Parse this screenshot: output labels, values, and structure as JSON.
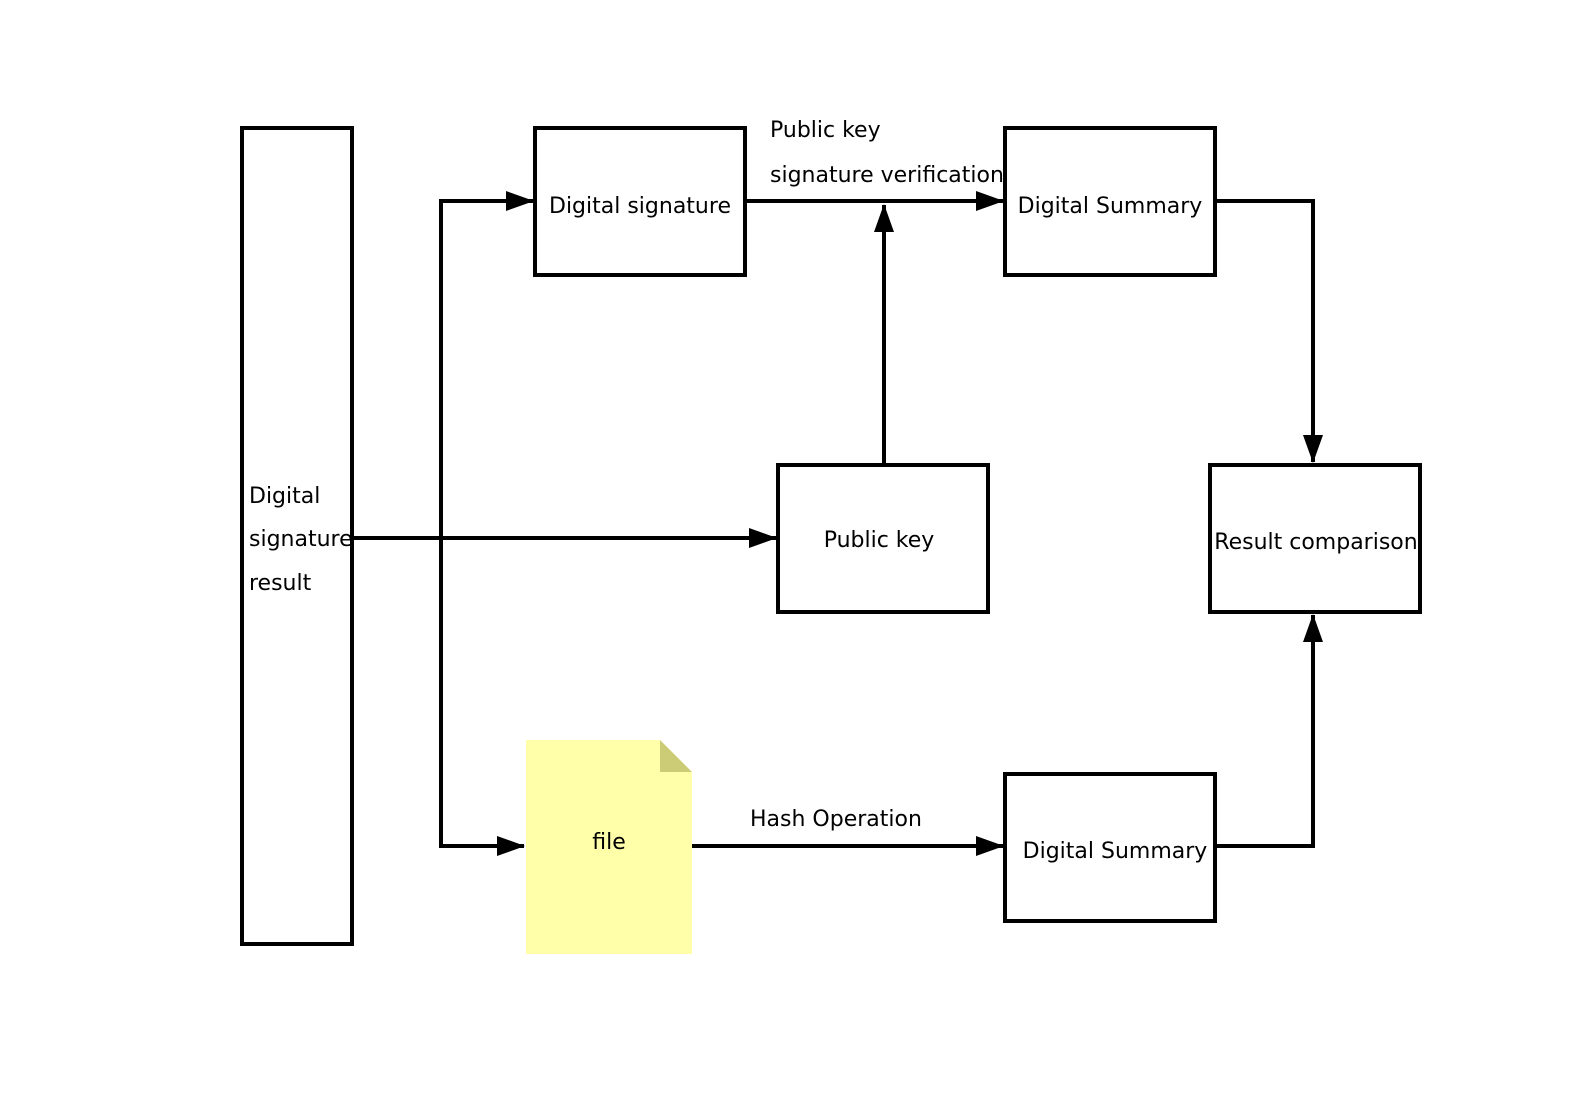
{
  "nodes": {
    "signature_result": {
      "lines": [
        "Digital",
        "signature",
        "result"
      ]
    },
    "digital_signature": {
      "label": "Digital signature"
    },
    "digital_summary_top": {
      "label": "Digital Summary"
    },
    "public_key": {
      "label": "Public key"
    },
    "result_comparison": {
      "label": "Result comparison"
    },
    "file": {
      "label": "file"
    },
    "digital_summary_bottom": {
      "label": "Digital Summary"
    }
  },
  "edge_labels": {
    "verify_line1": "Public key",
    "verify_line2": "signature verification",
    "hash": "Hash Operation"
  },
  "colors": {
    "stroke": "#000000",
    "file_fill": "#FFFFAA",
    "file_fold": "#CCCC77",
    "background": "#FFFFFF"
  }
}
